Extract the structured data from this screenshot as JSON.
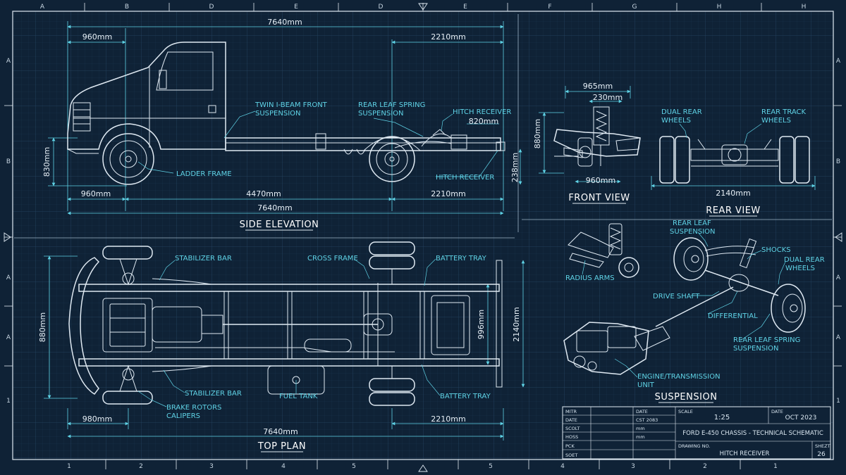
{
  "border": {
    "top_zones": [
      "A",
      "B",
      "D",
      "E",
      "D",
      "E",
      "F",
      "G",
      "H",
      "H"
    ],
    "bottom_zones": [
      "1",
      "2",
      "3",
      "4",
      "5",
      "5",
      "4",
      "3",
      "2",
      "1"
    ],
    "left_zones": [
      "A",
      "B",
      "A",
      "A",
      "1"
    ],
    "right_zones": [
      "A",
      "B",
      "A",
      "A",
      "1"
    ]
  },
  "side_elevation": {
    "title": "SIDE ELEVATION",
    "dims": {
      "overall_top": "7640mm",
      "front_overhang_top": "960mm",
      "rear_top": "2210mm",
      "height": "830mm",
      "rear_small": "238mm",
      "hitch_dim": "820mm",
      "front_overhang_bottom": "960mm",
      "wheelbase": "4470mm",
      "rear_bottom": "2210mm",
      "overall_bottom": "7640mm"
    },
    "labels": {
      "front_susp_1": "TWIN I-BEAM FRONT",
      "front_susp_2": "SUSPENSION",
      "rear_susp_1": "REAR LEAF SPRING",
      "rear_susp_2": "SUSPENSION",
      "hitch_top": "HITCH RECEIVER",
      "hitch_bottom": "HITCH RECEIVER",
      "ladder": "LADDER FRAME"
    }
  },
  "front_view": {
    "title": "FRONT VIEW",
    "dims": {
      "width": "965mm",
      "spring": "230mm",
      "height": "880mm",
      "bottom": "960mm"
    }
  },
  "rear_view": {
    "title": "REAR VIEW",
    "labels": {
      "dual_1": "DUAL REAR",
      "dual_2": "WHEELS",
      "track_1": "REAR TRACK",
      "track_2": "WHEELS"
    },
    "dims": {
      "width": "2140mm"
    }
  },
  "top_plan": {
    "title": "TOP PLAN",
    "dims": {
      "left": "880mm",
      "inner": "996mm",
      "right": "2140mm",
      "front": "980mm",
      "rear": "2210mm",
      "overall": "7640mm"
    },
    "labels": {
      "stab_top": "STABILIZER BAR",
      "cross": "CROSS FRAME",
      "battery_top": "BATTERY TRAY",
      "stab_bottom": "STABILIZER BAR",
      "fuel": "FUEL TANK",
      "battery_bottom": "BATTERY TRAY",
      "brake_1": "BRAKE ROTORS",
      "brake_2": "CALIPERS"
    }
  },
  "suspension": {
    "title": "SUSPENSION",
    "labels": {
      "radius": "RADIUS ARMS",
      "rear_leaf_1": "REAR LEAF",
      "rear_leaf_2": "SUSPENSION",
      "shocks": "SHOCKS",
      "dual_1": "DUAL REAR",
      "dual_2": "WHEELS",
      "drive": "DRIVE SHAFT",
      "diff": "DIFFERENTIAL",
      "spring_1": "REAR LEAF SPRING",
      "spring_2": "SUSPENSION",
      "engine_1": "ENGINE/TRANSMISSION",
      "engine_2": "UNIT"
    }
  },
  "title_block": {
    "rows": [
      {
        "label": "MITR",
        "value": ""
      },
      {
        "label": "DATE",
        "value": ""
      },
      {
        "label": "SCOLT",
        "value": ""
      },
      {
        "label": "HOSS",
        "value": ""
      },
      {
        "label": "PCK",
        "value": ""
      },
      {
        "label": "SOET",
        "value": ""
      }
    ],
    "mid_header": "DATE",
    "mid_rows": [
      "CST 2083",
      "mm",
      "mm",
      ""
    ],
    "scale_label": "SCALE",
    "scale_value": "1:25",
    "date_label": "DATE",
    "date_value": "OCT 2023",
    "main_title": "FORD E-450 CHASSIS - TECHNICAL SCHEMATIC",
    "drawing_label": "DRAWING NO.",
    "drawing_value": "HITCH RECEIVER",
    "sheet_label": "SHEZT",
    "sheet_value": "26"
  },
  "colors": {
    "background": "#0f2236",
    "line": "#dfe9f2",
    "accent": "#5fd3e6"
  }
}
